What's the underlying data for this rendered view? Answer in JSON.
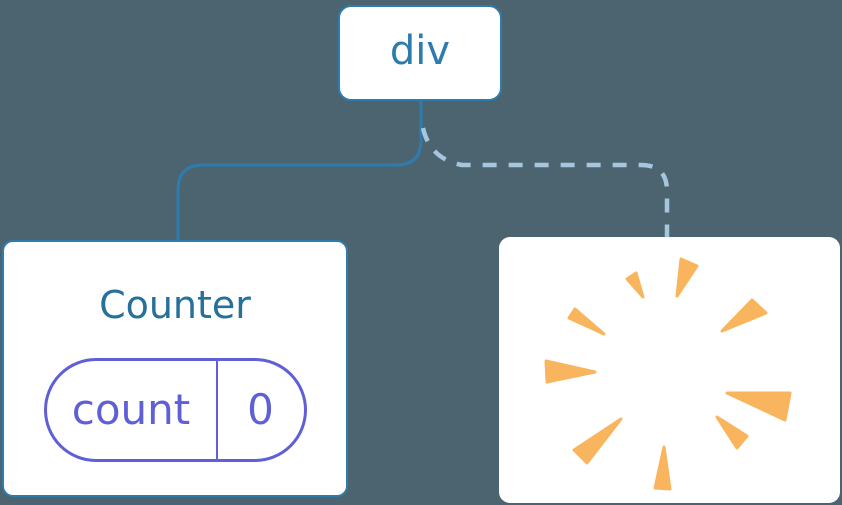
{
  "diagram": {
    "title_hint": "React component tree: state preserved for Counter, sibling node removed",
    "root_node": {
      "label": "div"
    },
    "counter_node": {
      "title": "Counter",
      "state_pill": {
        "key": "count",
        "value": "0"
      }
    },
    "removed_node": {
      "icon": "poof-burst-icon"
    },
    "edges": [
      {
        "from": "div",
        "to": "Counter",
        "style": "solid"
      },
      {
        "from": "div",
        "to": "removed",
        "style": "dashed"
      }
    ]
  },
  "colors": {
    "bg": "#4c6470",
    "edge": "#2e7cae",
    "edge-dashed": "#a5c6dc",
    "node-bg": "#ffffff",
    "root-text": "#2e7cae",
    "counter-text": "#27709a",
    "state-purple": "#5f5fd7",
    "poof-orange": "#f9b55d"
  }
}
